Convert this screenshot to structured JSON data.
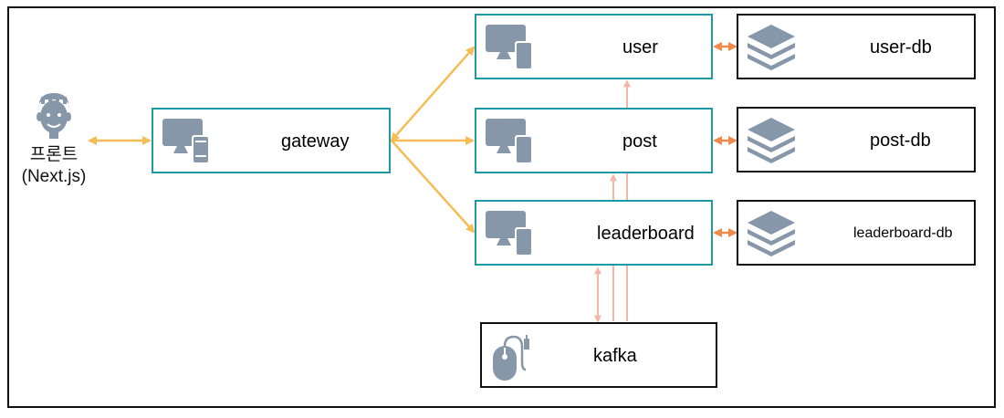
{
  "client": {
    "line1": "프론트",
    "line2": "(Next.js)",
    "icon": "user-face-icon"
  },
  "services": {
    "gateway": {
      "label": "gateway",
      "icon": "devices-icon"
    },
    "user": {
      "label": "user",
      "icon": "devices-icon"
    },
    "post": {
      "label": "post",
      "icon": "devices-icon"
    },
    "leaderboard": {
      "label": "leaderboard",
      "icon": "devices-icon"
    }
  },
  "databases": {
    "user_db": {
      "label": "user-db",
      "icon": "layers-icon"
    },
    "post_db": {
      "label": "post-db",
      "icon": "layers-icon"
    },
    "leaderboard_db": {
      "label": "leaderboard-db",
      "icon": "layers-icon"
    }
  },
  "bus": {
    "label": "kafka",
    "icon": "mouse-icon"
  },
  "colors": {
    "service_border": "#1e9aa6",
    "icon_fill": "#8797aa",
    "gateway_arrow": "#f5bd55",
    "db_arrow": "#f08a4b",
    "kafka_arrow": "#f2b6a2"
  }
}
